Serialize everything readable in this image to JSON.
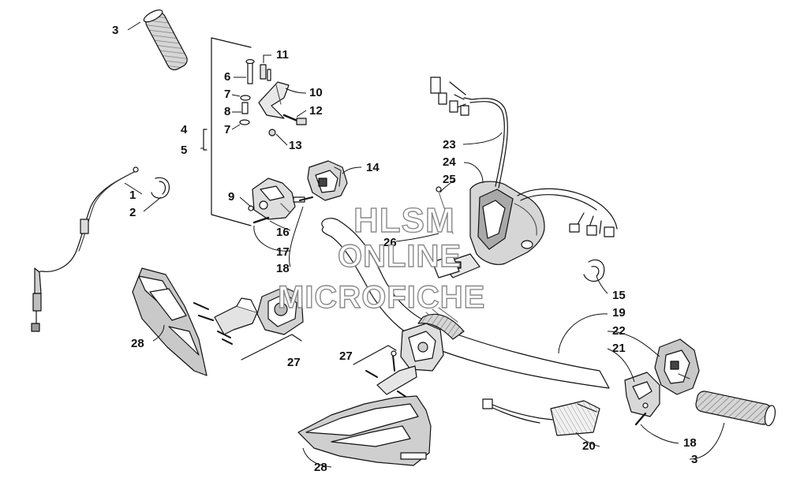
{
  "callouts": {
    "c1": "1",
    "c2": "2",
    "c3a": "3",
    "c3b": "3",
    "c4": "4",
    "c5": "5",
    "c6": "6",
    "c7a": "7",
    "c7b": "7",
    "c8": "8",
    "c9": "9",
    "c10": "10",
    "c11": "11",
    "c12": "12",
    "c13": "13",
    "c14": "14",
    "c15": "15",
    "c16": "16",
    "c17": "17",
    "c18a": "18",
    "c18b": "18",
    "c19": "19",
    "c20": "20",
    "c21": "21",
    "c22": "22",
    "c23": "23",
    "c24": "24",
    "c25": "25",
    "c26": "26",
    "c27a": "27",
    "c27b": "27",
    "c28a": "28",
    "c28b": "28"
  },
  "watermark": {
    "line1": "HLSM",
    "line2": "ONLINE",
    "line3": "MICROFICHE"
  },
  "colors": {
    "line": "#111111",
    "watermark_outline": "#8a8a8a",
    "part_fill": "#d8d8d8"
  }
}
